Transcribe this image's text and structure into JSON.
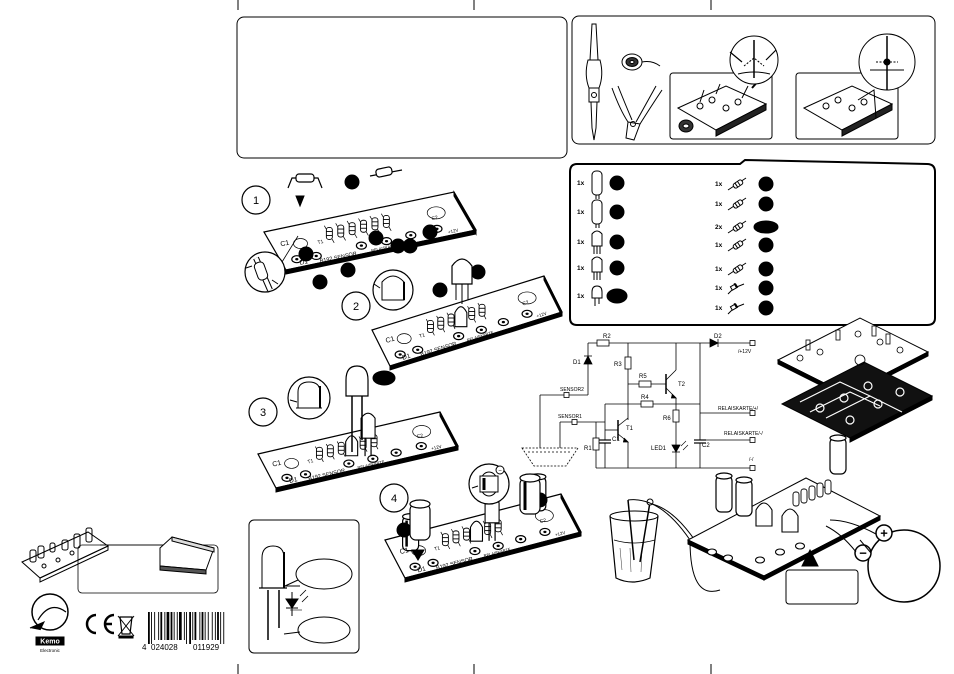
{
  "brand": {
    "logo_text": "Kemo",
    "logo_sub": "Electronic"
  },
  "barcode": {
    "digits_first": "4",
    "digits_group1": "024028",
    "digits_group2": "011929"
  },
  "steps": [
    "1",
    "2",
    "3",
    "4"
  ],
  "board": {
    "model": "B192 SENSOR",
    "silk_c1": "C1",
    "silk_d1": "D1",
    "silk_t1": "T1",
    "silk_t2": "T2",
    "silk_c2": "C2",
    "silk_relais": "RELAISKARTE",
    "silk_12v": "+12V"
  },
  "parts_qty": {
    "left": [
      "1x",
      "1x",
      "1x",
      "1x",
      "1x"
    ],
    "right": [
      "1x",
      "1x",
      "2x",
      "1x",
      "1x",
      "1x",
      "1x"
    ]
  },
  "schematic": {
    "r1": "R1",
    "r2": "R2",
    "r3": "R3",
    "r4": "R4",
    "r5": "R5",
    "r6": "R6",
    "c1": "C1",
    "c2": "C2",
    "d1": "D1",
    "d2": "D2",
    "t1": "T1",
    "t2": "T2",
    "led1": "LED1",
    "sensor1": "SENSOR1",
    "sensor2": "SENSOR2",
    "plus12v": "/+12V",
    "relais_plus": "RELAISKARTE/+/",
    "relais_minus": "RELAISKARTE/-/",
    "minus": "/-/"
  },
  "battery": {
    "plus": "+",
    "minus": "−"
  },
  "colors": {
    "line": "#000000",
    "paper": "#ffffff",
    "hatch": "#444444"
  }
}
